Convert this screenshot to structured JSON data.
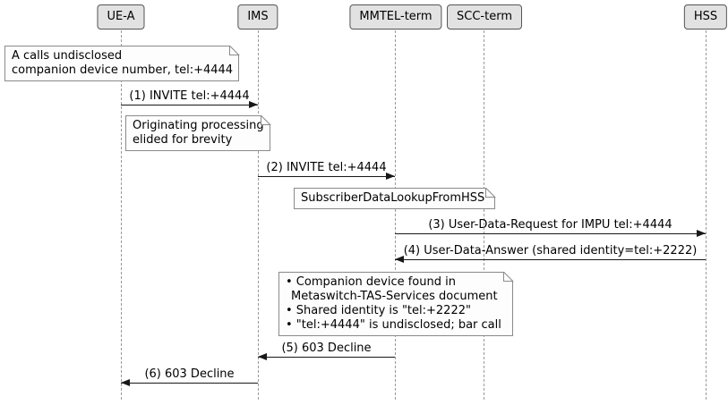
{
  "diagram": {
    "type": "sequence-diagram",
    "colors": {
      "background": "#FFFFFF",
      "participant_fill": "#E2E2E2",
      "participant_border": "#555555",
      "note_fill": "#FDFDFD",
      "note_border": "#8A8A8A",
      "lifeline": "#999999",
      "arrow": "#181818",
      "text": "#000000"
    }
  },
  "participants": [
    {
      "label": "UE-A"
    },
    {
      "label": "IMS"
    },
    {
      "label": "MMTEL-term"
    },
    {
      "label": "SCC-term"
    },
    {
      "label": "HSS"
    }
  ],
  "notes": [
    {
      "lines": [
        "A calls undisclosed",
        "companion device number, tel:+4444"
      ]
    },
    {
      "lines": [
        "Originating processing",
        "elided for brevity"
      ]
    },
    {
      "lines": [
        "SubscriberDataLookupFromHSS"
      ]
    },
    {
      "lines": [
        "• Companion device found in",
        "Metaswitch-TAS-Services document",
        "• Shared identity is \"tel:+2222\"",
        "• \"tel:+4444\" is undisclosed; bar call"
      ]
    }
  ],
  "messages": [
    {
      "label": "(1) INVITE tel:+4444",
      "from": "UE-A",
      "to": "IMS"
    },
    {
      "label": "(2) INVITE tel:+4444",
      "from": "IMS",
      "to": "MMTEL-term"
    },
    {
      "label": "(3) User-Data-Request for IMPU tel:+4444",
      "from": "MMTEL-term",
      "to": "HSS"
    },
    {
      "label": "(4) User-Data-Answer (shared identity=tel:+2222)",
      "from": "HSS",
      "to": "MMTEL-term"
    },
    {
      "label": "(5) 603 Decline",
      "from": "MMTEL-term",
      "to": "IMS"
    },
    {
      "label": "(6) 603 Decline",
      "from": "IMS",
      "to": "UE-A"
    }
  ]
}
